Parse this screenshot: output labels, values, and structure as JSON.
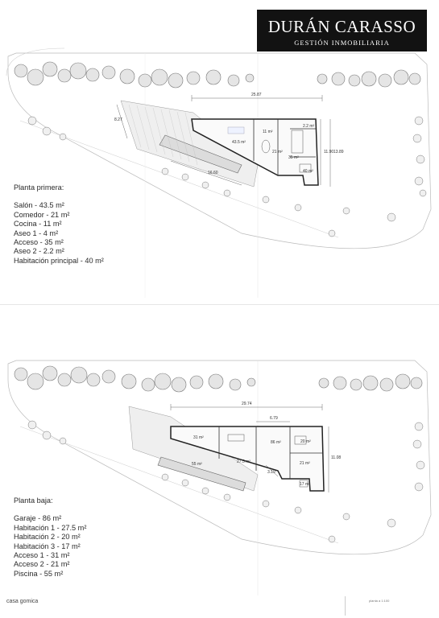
{
  "brand": {
    "title": "DURÁN CARASSO",
    "subtitle": "GESTIÓN INMOBILIARIA"
  },
  "plans": {
    "upper": {
      "heading": "Planta primera:",
      "rooms": [
        "Salón - 43.5 m²",
        "Comedor - 21 m²",
        "Cocina - 11 m²",
        "Aseo 1 - 4 m²",
        "Acceso - 35 m²",
        "Aseo 2 - 2.2 m²",
        "Habitación principal - 40 m²"
      ],
      "dims": {
        "top": "25.87",
        "left": "8.27",
        "right1": "11.90",
        "right2": "13.89",
        "pool": "16.60"
      },
      "labels": [
        "43.5 m²",
        "11 m²",
        "21 m²",
        "35 m²",
        "40 m²",
        "2.2 m²"
      ]
    },
    "lower": {
      "heading": "Planta baja:",
      "rooms": [
        "Garaje - 86 m²",
        "Habitación 1 - 27.5 m²",
        "Habitación 2 - 20 m²",
        "Habitación 3 - 17 m²",
        "Acceso 1 - 31 m²",
        "Acceso 2 - 21 m²",
        "Piscina - 55 m²"
      ],
      "dims": {
        "top": "29.74",
        "mid": "6.79",
        "right": "11.08",
        "small": "3.19"
      },
      "labels": [
        "31 m²",
        "86 m²",
        "20 m²",
        "27.5 m²",
        "21 m²",
        "55 m²",
        "17 m²"
      ]
    }
  },
  "footer": {
    "brand": "casa gomica",
    "scale": "planta a 1:100"
  }
}
